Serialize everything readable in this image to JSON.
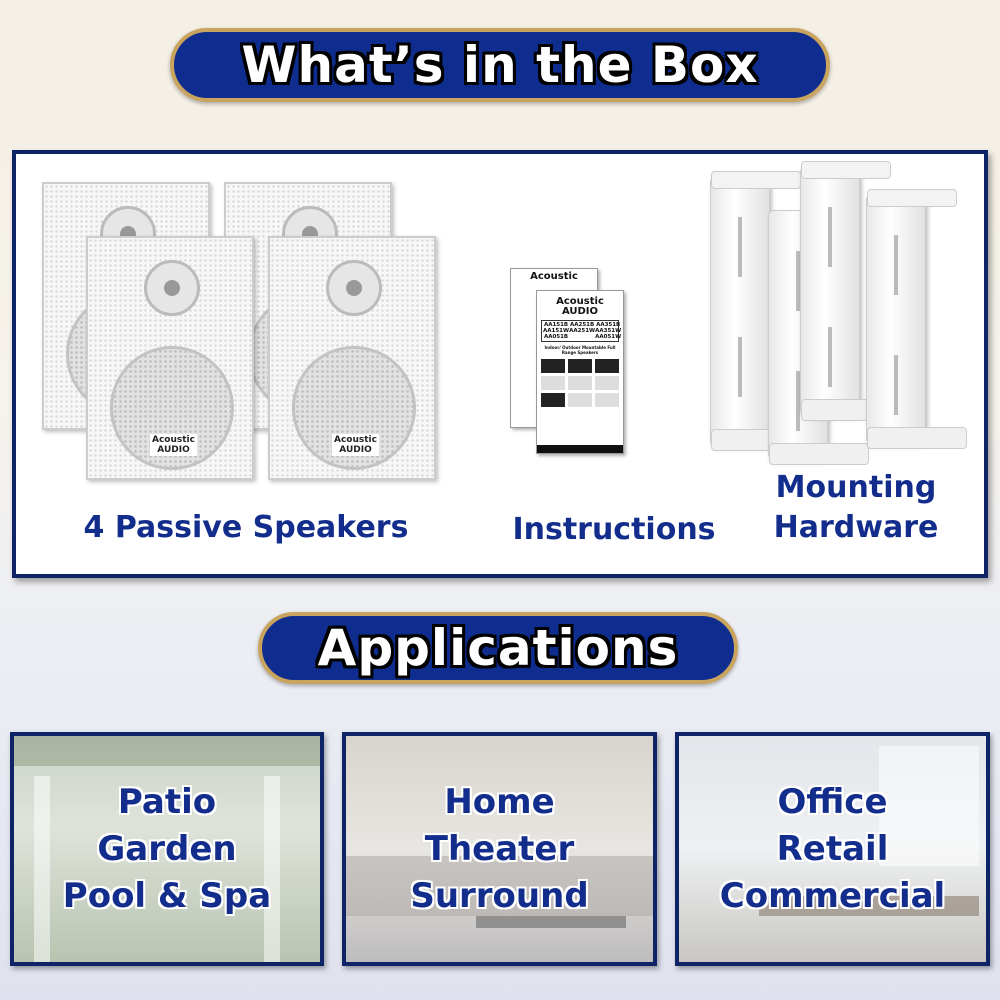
{
  "header": {
    "title": "What’s in the Box"
  },
  "box_items": [
    {
      "label": "4 Passive Speakers"
    },
    {
      "label": "Instructions"
    },
    {
      "label_line1": "Mounting",
      "label_line2": "Hardware"
    }
  ],
  "speaker_logo": {
    "line1": "Acoustic",
    "line2": "AUDIO"
  },
  "instructions_sheet": {
    "brand1": "Acoustic",
    "brand2": "AUDIO",
    "models": [
      "AA151B",
      "AA251B",
      "AA351B",
      "AA151W",
      "AA251W",
      "AA351W",
      "AA051B",
      "",
      "AA051W"
    ],
    "subtitle": "Indoor/ Outdoor Mountable Full Range Speakers"
  },
  "applications": {
    "title": "Applications",
    "cards": [
      {
        "lines": [
          "Patio",
          "Garden",
          "Pool & Spa"
        ]
      },
      {
        "lines": [
          "Home",
          "Theater",
          "Surround"
        ]
      },
      {
        "lines": [
          "Office",
          "Retail",
          "Commercial"
        ]
      }
    ]
  },
  "colors": {
    "navy": "#0f2d8f",
    "gold_border": "#c9a45e",
    "label_blue": "#132d8c"
  }
}
